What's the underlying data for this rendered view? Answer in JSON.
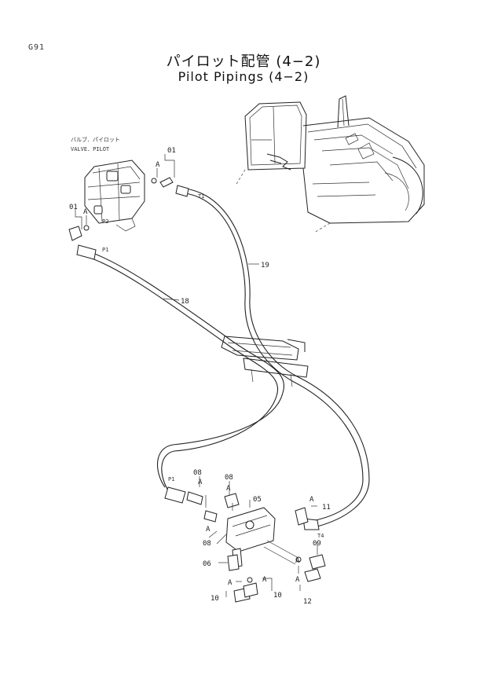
{
  "page": {
    "number": "G91",
    "title_jp": "パイロット配管 (4−2)",
    "title_en": "Pilot Pipings (4−2)"
  },
  "component": {
    "name_jp": "バルブ．パイロット",
    "name_en": "VALVE．PILOT"
  },
  "port_labels": {
    "p_upper": "P1",
    "p_left": "P2",
    "p_lower": "P1",
    "t1": "T1",
    "t2": "T4"
  },
  "connection_marker": "A",
  "part_callouts": {
    "p01_top": "01",
    "p01_left": "01",
    "p19": "19",
    "p18": "18",
    "p08_a": "08",
    "p08_b": "08",
    "p08_c": "08",
    "p05": "05",
    "p11": "11",
    "p09": "09",
    "p06": "06",
    "p10_left": "10",
    "p10_right": "10",
    "p12": "12"
  }
}
